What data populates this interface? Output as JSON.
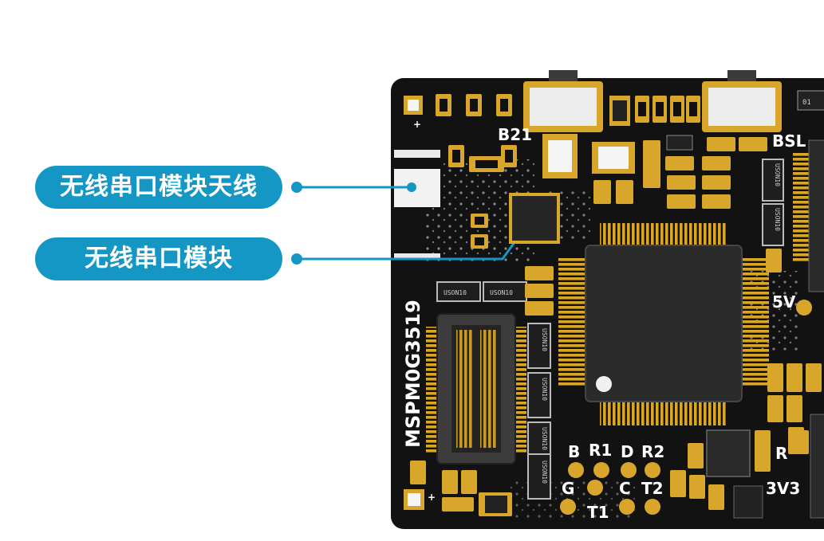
{
  "callouts": {
    "antenna": "无线串口模块天线",
    "module": "无线串口模块"
  },
  "board": {
    "model": "MSPM0G3519",
    "silkscreen": {
      "b21": "B21",
      "bsl": "BSL",
      "v5": "5V",
      "v3": "3V3",
      "b": "B",
      "r1": "R1",
      "d": "D",
      "r2": "R2",
      "g": "G",
      "t1": "T1",
      "c": "C",
      "t2": "T2",
      "r": "R",
      "plus_top": "+",
      "plus_bottom": "+"
    },
    "chip_label": "USON10",
    "mark_01": "01"
  },
  "colors": {
    "callout": "#1597c6",
    "pcb": "#121212",
    "gold": "#d8a62a",
    "silk": "#ffffff"
  }
}
